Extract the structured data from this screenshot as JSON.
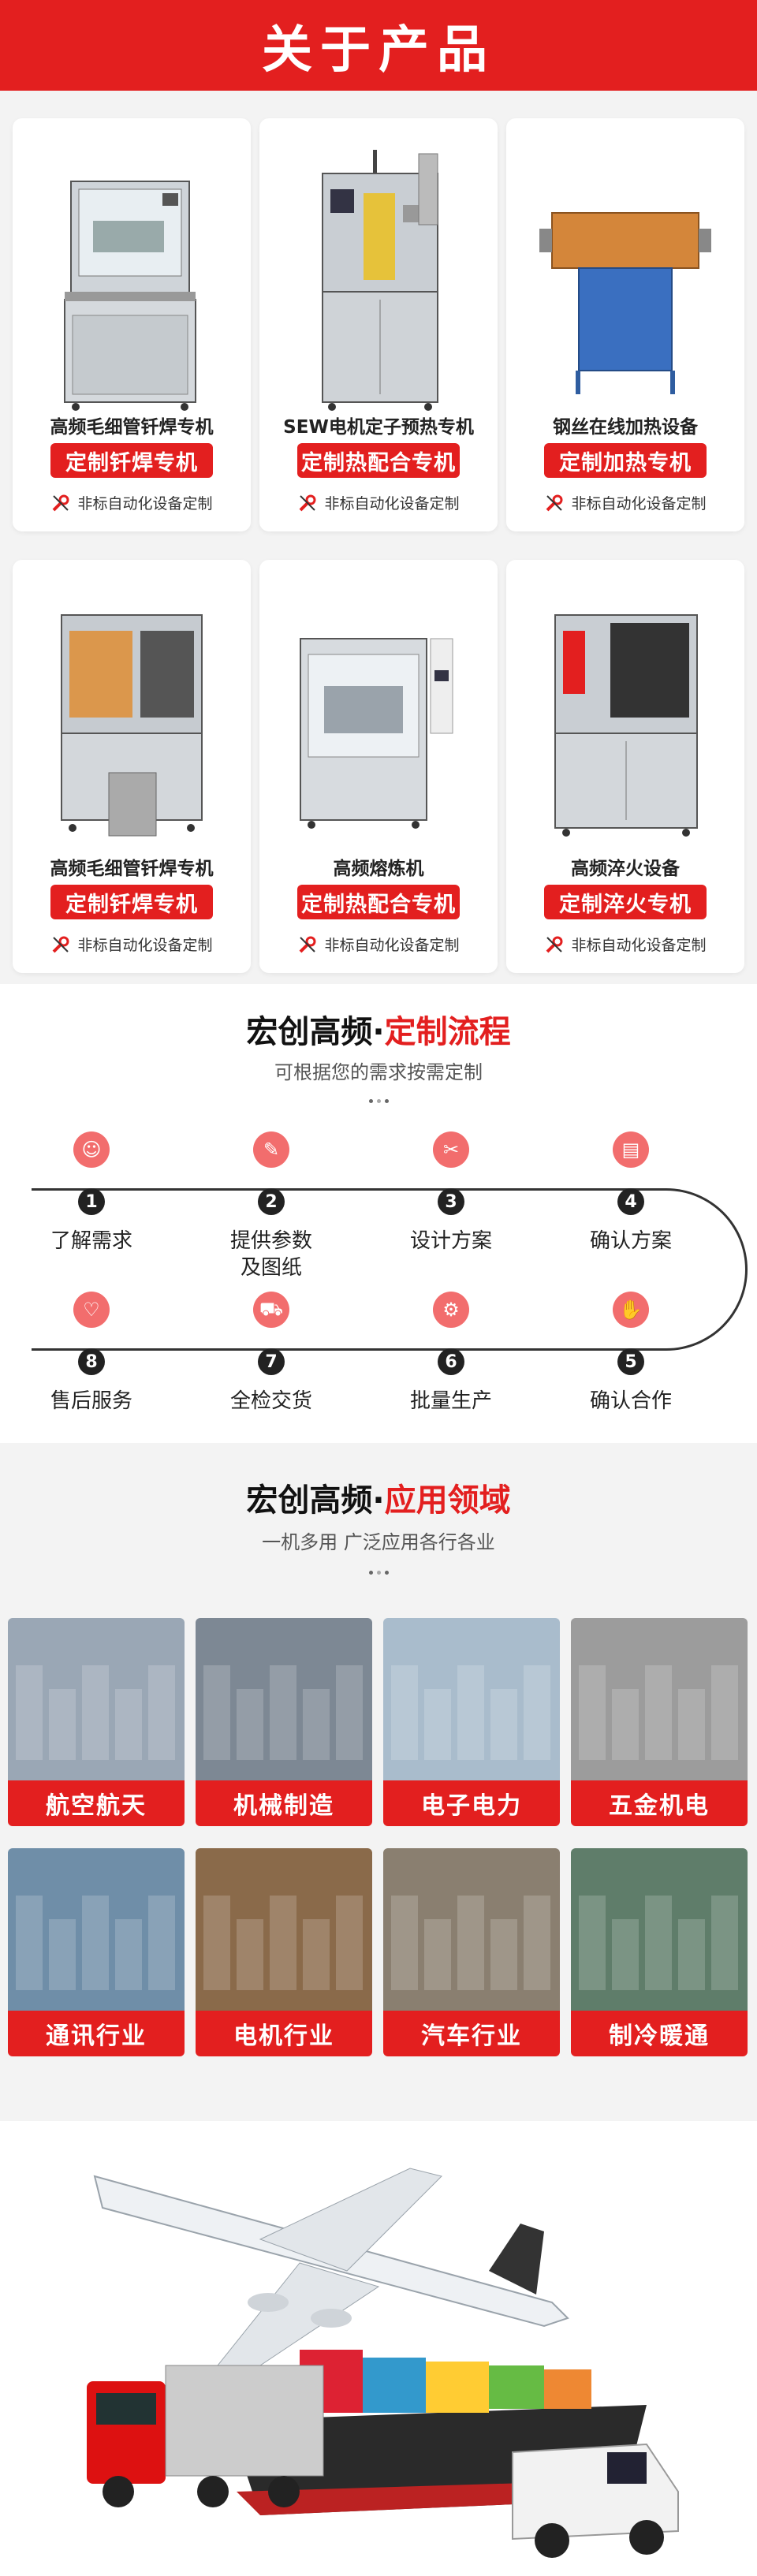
{
  "header": {
    "title": "关于产品"
  },
  "products": [
    {
      "name": "高频毛细管钎焊专机",
      "tag": "定制钎焊专机",
      "note": "非标自动化设备定制"
    },
    {
      "name": "SEW电机定子预热专机",
      "tag": "定制热配合专机",
      "note": "非标自动化设备定制"
    },
    {
      "name": "钢丝在线加热设备",
      "tag": "定制加热专机",
      "note": "非标自动化设备定制"
    },
    {
      "name": "高频毛细管钎焊专机",
      "tag": "定制钎焊专机",
      "note": "非标自动化设备定制"
    },
    {
      "name": "高频熔炼机",
      "tag": "定制热配合专机",
      "note": "非标自动化设备定制"
    },
    {
      "name": "高频淬火设备",
      "tag": "定制淬火专机",
      "note": "非标自动化设备定制"
    }
  ],
  "process": {
    "title_prefix": "宏创高频·",
    "title_highlight": "定制流程",
    "subtitle": "可根据您的需求按需定制",
    "steps": [
      {
        "num": "1",
        "label": "了解需求",
        "icon": "chat-icon"
      },
      {
        "num": "2",
        "label": "提供参数\n及图纸",
        "icon": "pencil-icon"
      },
      {
        "num": "3",
        "label": "设计方案",
        "icon": "ruler-icon"
      },
      {
        "num": "4",
        "label": "确认方案",
        "icon": "document-icon"
      },
      {
        "num": "5",
        "label": "确认合作",
        "icon": "handshake-icon"
      },
      {
        "num": "6",
        "label": "批量生产",
        "icon": "gear-icon"
      },
      {
        "num": "7",
        "label": "全检交货",
        "icon": "truck-icon"
      },
      {
        "num": "8",
        "label": "售后服务",
        "icon": "heart-icon"
      }
    ]
  },
  "applications": {
    "title_prefix": "宏创高频·",
    "title_highlight": "应用领域",
    "subtitle": "一机多用 广泛应用各行各业",
    "items": [
      {
        "label": "航空航天",
        "color": "#9aa7b5"
      },
      {
        "label": "机械制造",
        "color": "#7d8894"
      },
      {
        "label": "电子电力",
        "color": "#a9bccc"
      },
      {
        "label": "五金机电",
        "color": "#9c9c9c"
      },
      {
        "label": "通讯行业",
        "color": "#6f8ea8"
      },
      {
        "label": "电机行业",
        "color": "#8a6a4a"
      },
      {
        "label": "汽车行业",
        "color": "#8a7f70"
      },
      {
        "label": "制冷暖通",
        "color": "#5f7d6a"
      }
    ]
  },
  "colors": {
    "brand_red": "#e31f1f",
    "icon_red": "#f26d6d"
  }
}
